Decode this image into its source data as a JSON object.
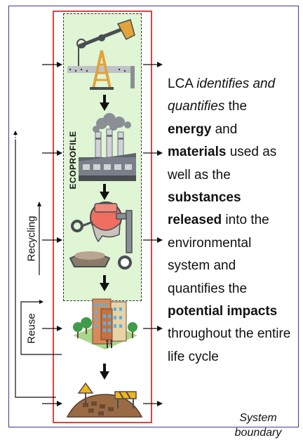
{
  "main_text": {
    "p1": "LCA ",
    "p2": "identifies",
    "p3": " ",
    "p4": "and quantifies",
    "p5": " the ",
    "p6": "energy",
    "p7": " and ",
    "p8": "materials",
    "p9": " used as well as the ",
    "p10": "substances released",
    "p11": " into the environmental system and quantifies the ",
    "p12": "potential impacts",
    "p13": " throughout the entire life cycle"
  },
  "labels": {
    "ecoprofile": "ECOPROFILE",
    "recycling": "Recycling",
    "reuse": "Reuse",
    "system_boundary": "System boundary"
  },
  "stages": [
    {
      "name": "extraction",
      "icon": "oil-pump-jack-icon"
    },
    {
      "name": "processing",
      "icon": "factory-icon"
    },
    {
      "name": "manufacturing",
      "icon": "concrete-mixer-icon"
    },
    {
      "name": "use",
      "icon": "buildings-icon"
    },
    {
      "name": "end-of-life",
      "icon": "demolition-debris-icon"
    }
  ],
  "colors": {
    "system_boundary": "#3a3aa0",
    "life_cycle_box": "#d9443f",
    "ecoprofile_fill": "#dff5d4"
  }
}
